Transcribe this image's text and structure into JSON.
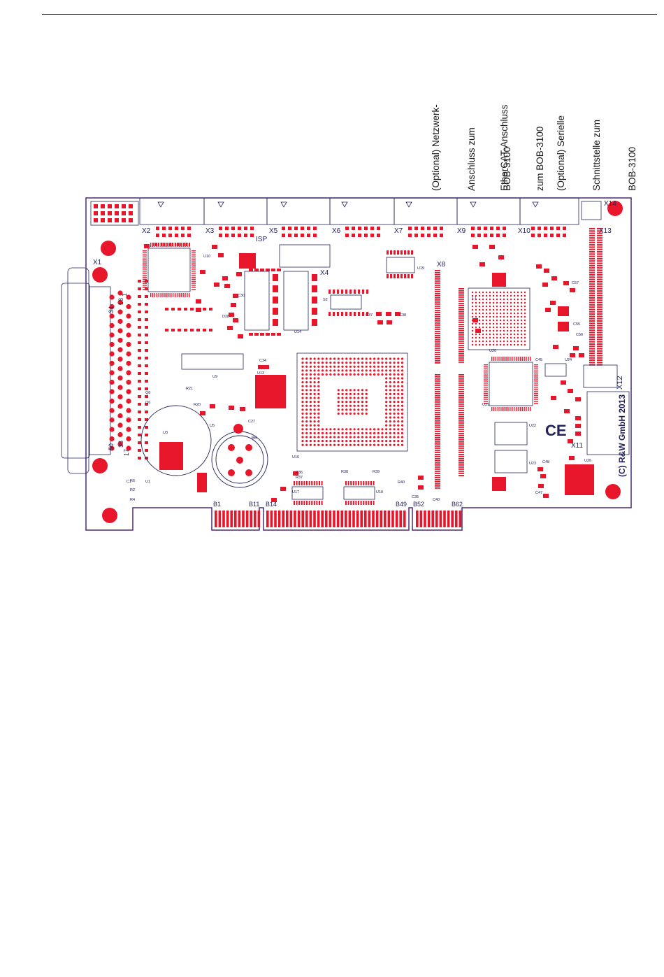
{
  "colors": {
    "copper": "#e8162b",
    "outline": "#4a2a7a",
    "silk": "#23235a",
    "rule": "#333333"
  },
  "annotations": [
    {
      "lines": [
        "(Optional) Netzwerk-",
        "Anschluss zum",
        "BOB-3100"
      ]
    },
    {
      "lines": [
        "EtherCAT-Anschluss",
        "zum BOB-3100"
      ]
    },
    {
      "lines": [
        "(Optional) Serielle",
        "Schnittstelle zum",
        "BOB-3100"
      ]
    }
  ],
  "board": {
    "copyright": "(C) R&W GmbH 2013",
    "ce_mark": "CE",
    "connectors": [
      "X1",
      "X2",
      "X3",
      "X4",
      "X5",
      "X6",
      "X7",
      "X8",
      "X9",
      "X10",
      "X11",
      "X12",
      "X13",
      "X14"
    ],
    "isp": "ISP",
    "edge_pins": [
      "B1",
      "B11",
      "B14",
      "B49",
      "B52",
      "B62"
    ],
    "x1_pins": [
      "34",
      "18",
      "33",
      "17",
      "50",
      "1"
    ],
    "chips": [
      "U1",
      "U3",
      "U5",
      "U9",
      "U10",
      "U13",
      "U14",
      "U16",
      "U17",
      "U18",
      "U19",
      "U20",
      "U21",
      "U22",
      "U23",
      "U24",
      "U26",
      "U27"
    ],
    "battery": "B6",
    "parts": [
      "C27",
      "C30",
      "C34",
      "C37",
      "C38",
      "C45",
      "C47",
      "C48",
      "C55",
      "C56",
      "C57",
      "R20",
      "R21",
      "R36",
      "R37",
      "R38",
      "R39",
      "R40",
      "C35",
      "C40",
      "R2",
      "R4",
      "R6",
      "C1",
      "L1",
      "S2",
      "D28",
      "Q6",
      "Q8"
    ]
  }
}
